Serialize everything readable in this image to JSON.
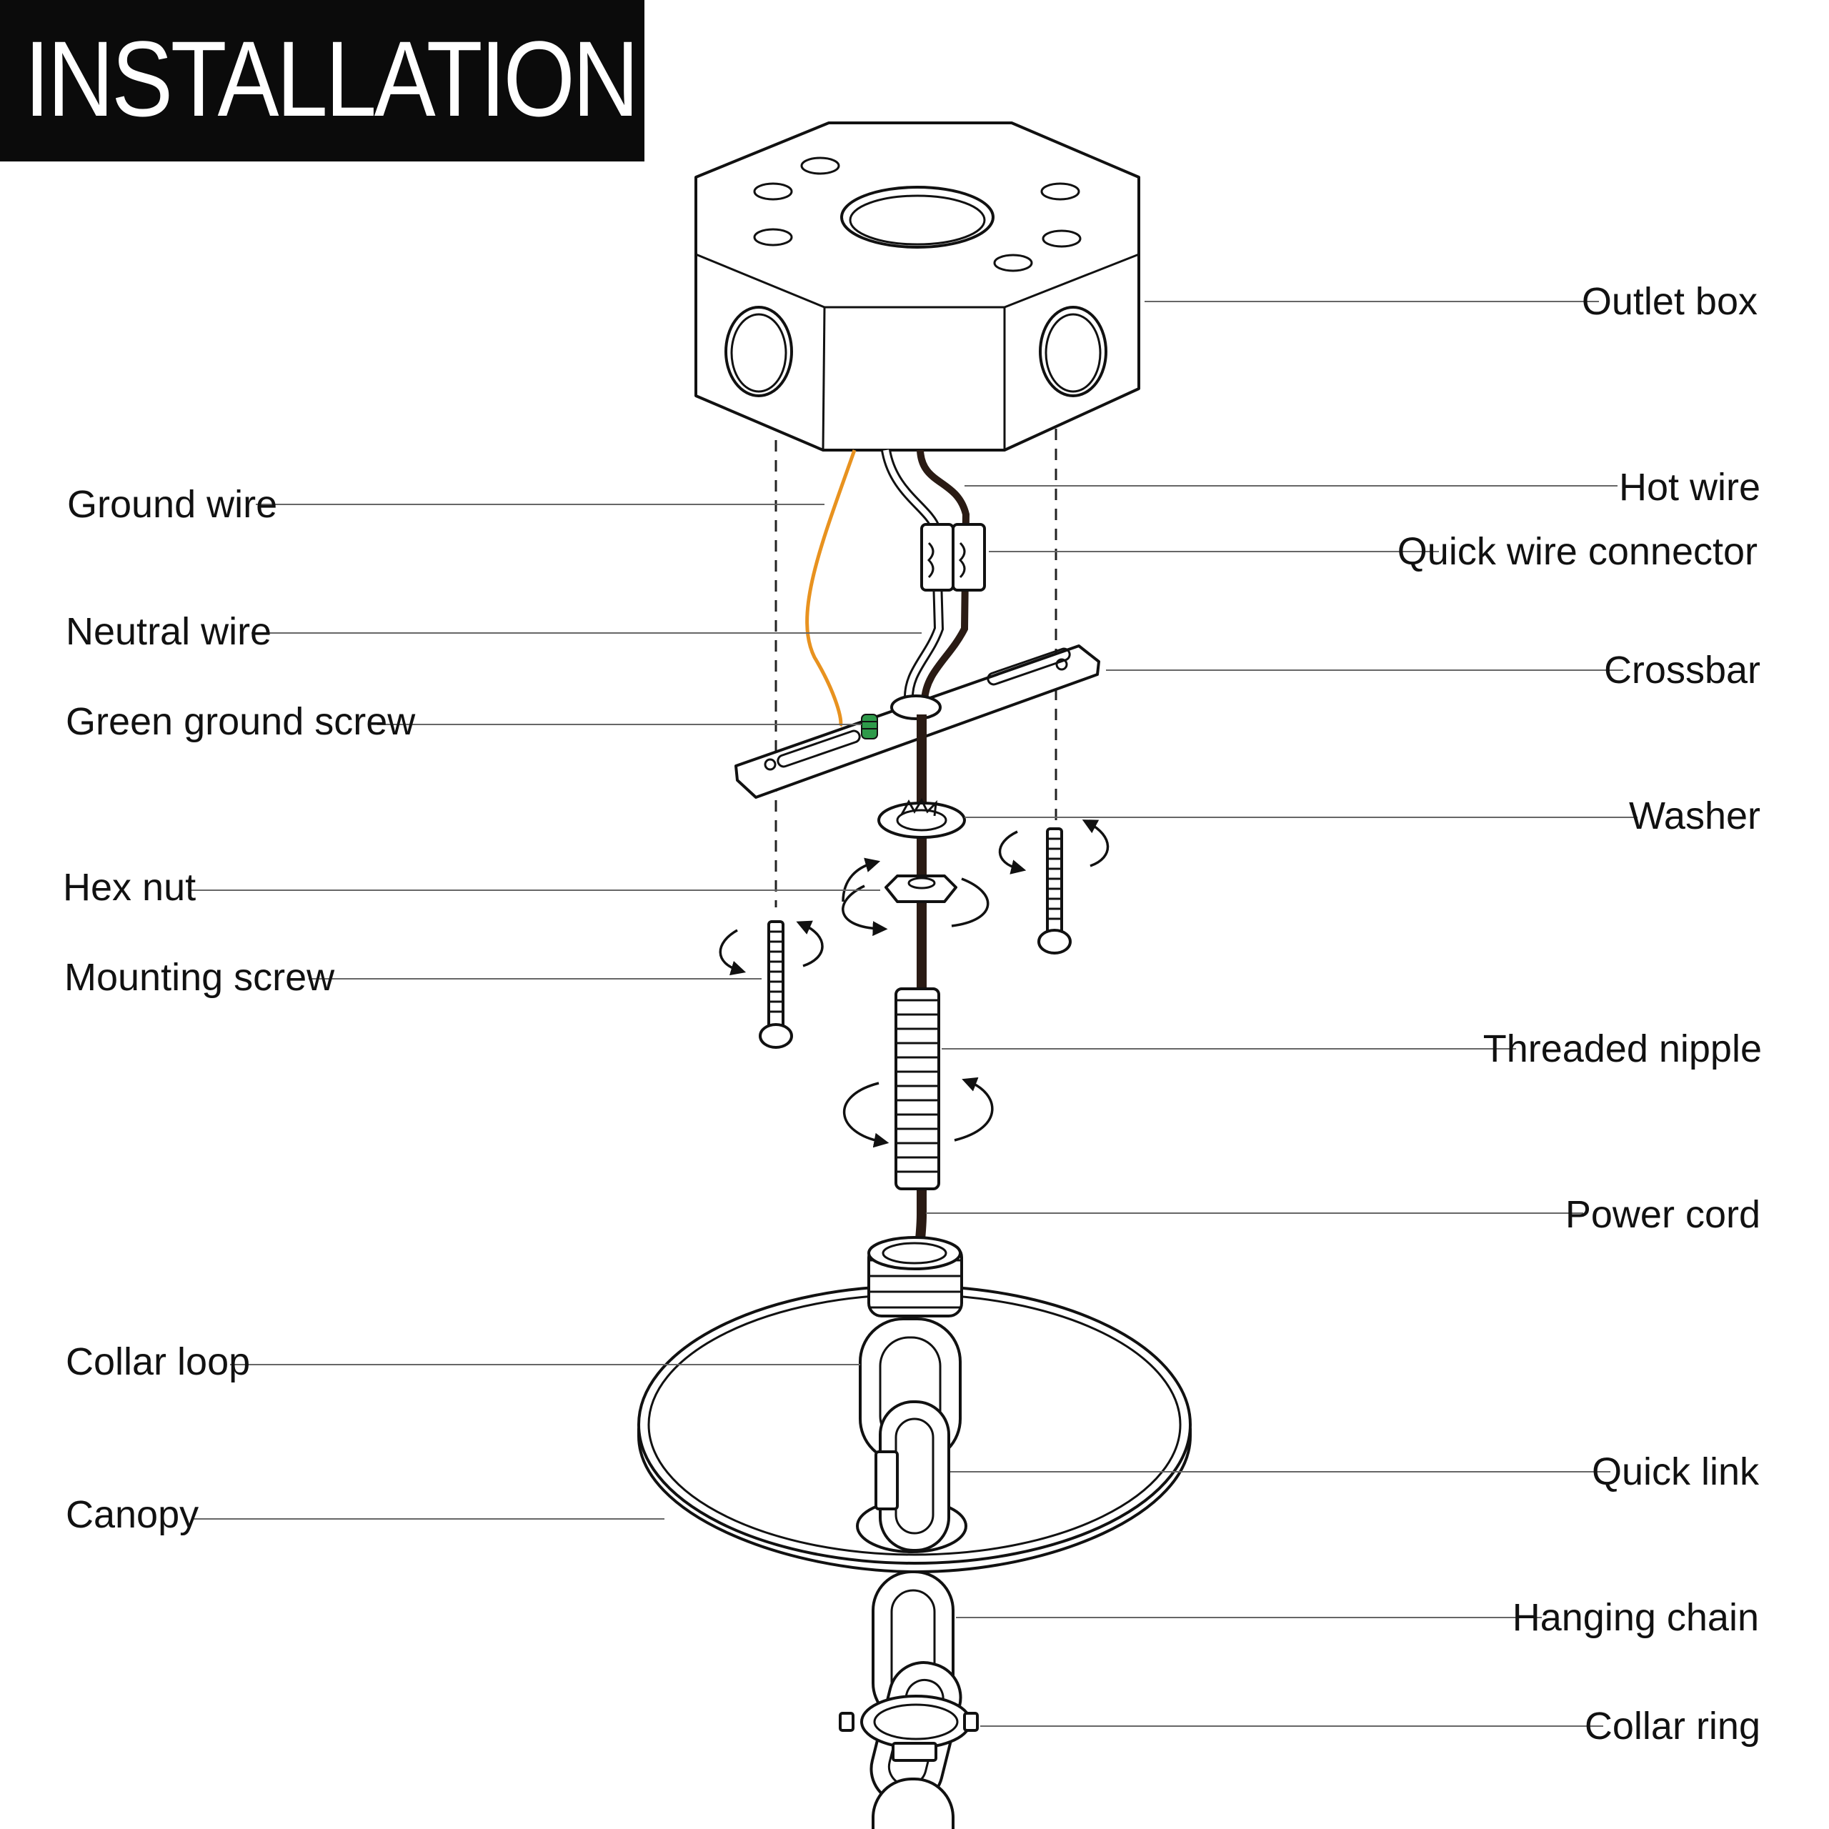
{
  "title": "INSTALLATION",
  "colors": {
    "ground_wire": "#e8921f",
    "green_screw": "#2e9a4a",
    "hot_wire": "#2a1b14",
    "header_bg": "#0b0b0b"
  },
  "labels": {
    "left": [
      "Ground wire",
      "Neutral wire",
      "Green ground screw",
      "Hex nut",
      "Mounting screw",
      "Collar loop",
      "Canopy"
    ],
    "right": [
      "Outlet box",
      "Hot wire",
      "Quick wire connector",
      "Crossbar",
      "Washer",
      "Threaded nipple",
      "Power cord",
      "Quick link",
      "Hanging chain",
      "Collar ring"
    ]
  }
}
